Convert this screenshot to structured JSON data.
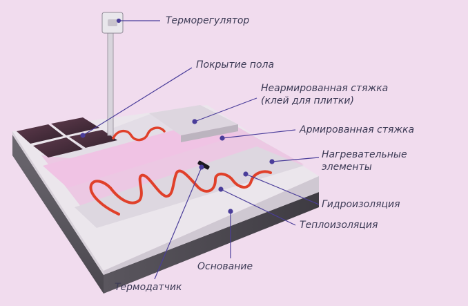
{
  "diagram": {
    "labels": {
      "thermostat": "Терморегулятор",
      "floor_covering": "Покрытие пола",
      "unreinforced_screed": "Неармированная стяжка",
      "unreinforced_screed_note": "(клей для плитки)",
      "reinforced_screed": "Армированная стяжка",
      "heating_elements_1": "Нагревательные",
      "heating_elements_2": "элементы",
      "waterproofing": "Гидроизоляция",
      "thermal_insulation": "Теплоизоляция",
      "base": "Основание",
      "thermal_sensor": "Термодатчик"
    }
  }
}
